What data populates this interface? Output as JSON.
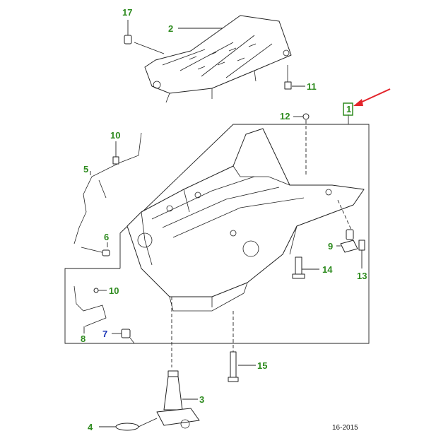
{
  "colors": {
    "callout_green": "#2e8b1f",
    "callout_blue": "#1a33b5",
    "arrow_red": "#e3242b",
    "line": "#222222"
  },
  "callouts": {
    "c1": "1",
    "c2": "2",
    "c3": "3",
    "c4": "4",
    "c5": "5",
    "c6": "6",
    "c7": "7",
    "c8": "8",
    "c9": "9",
    "c10a": "10",
    "c10b": "10",
    "c11": "11",
    "c12": "12",
    "c13": "13",
    "c14": "14",
    "c15": "15",
    "c17": "17"
  },
  "reference_code": "16-2015",
  "icons": {
    "highlight_arrow": "red-arrow-icon"
  }
}
